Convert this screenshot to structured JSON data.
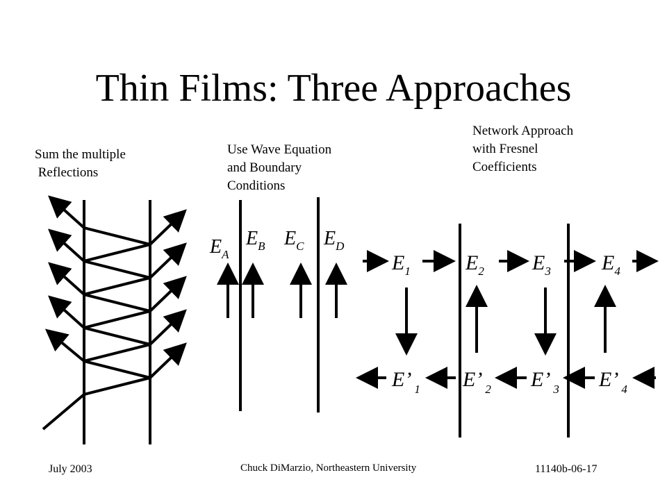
{
  "title": "Thin Films:  Three Approaches",
  "approaches": [
    {
      "caption_lines": [
        "Sum the multiple",
        " Reflections"
      ]
    },
    {
      "caption_lines": [
        "Use Wave Equation",
        "and Boundary",
        "Conditions"
      ],
      "field_labels": [
        {
          "base": "E",
          "sub": "A"
        },
        {
          "base": "E",
          "sub": "B"
        },
        {
          "base": "E",
          "sub": "C"
        },
        {
          "base": "E",
          "sub": "D"
        }
      ]
    },
    {
      "caption_lines": [
        "Network Approach",
        "with Fresnel",
        "Coefficients"
      ],
      "forward_labels": [
        {
          "base": "E",
          "sub": "1"
        },
        {
          "base": "E",
          "sub": "2"
        },
        {
          "base": "E",
          "sub": "3"
        },
        {
          "base": "E",
          "sub": "4"
        }
      ],
      "backward_labels": [
        {
          "base": "E’",
          "sub": "1"
        },
        {
          "base": "E’",
          "sub": "2"
        },
        {
          "base": "E’",
          "sub": "3"
        },
        {
          "base": "E’",
          "sub": "4"
        }
      ]
    }
  ],
  "footer": {
    "date": "July 2003",
    "author": "Chuck DiMarzio, Northeastern University",
    "slide_id": "11140b-06-17"
  }
}
